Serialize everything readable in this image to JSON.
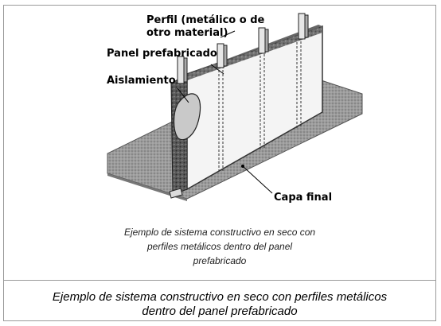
{
  "diagram": {
    "labels": {
      "perfil_line1": "Perfil (metálico o de",
      "perfil_line2": "otro material)",
      "panel": "Panel prefabricado",
      "aislamiento": "Aislamiento",
      "capa": "Capa final"
    }
  },
  "caption_inner": {
    "line1": "Ejemplo de sistema constructivo en seco con",
    "line2": "perfiles metálicos dentro del panel",
    "line3": "prefabricado"
  },
  "caption_outer": {
    "line1": "Ejemplo de sistema constructivo en seco con perfiles metálicos",
    "line2": "dentro del panel prefabricado"
  }
}
